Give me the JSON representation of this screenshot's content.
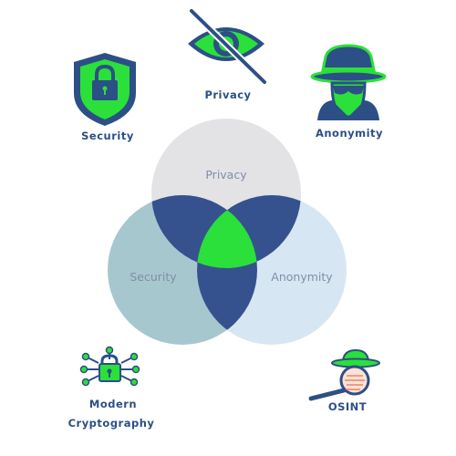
{
  "venn": {
    "circles": [
      {
        "key": "privacy",
        "label": "Privacy",
        "color": "#e3e3e5"
      },
      {
        "key": "security",
        "label": "Security",
        "color": "#a7c7cf"
      },
      {
        "key": "anonymity",
        "label": "Anonymity",
        "color": "#d7e6f3"
      }
    ],
    "pair_overlap_color": "#35528e",
    "center_overlap_color": "#2be03a"
  },
  "icons": {
    "privacy": {
      "label": "Privacy",
      "icon": "eye-slash-icon"
    },
    "security": {
      "label": "Security",
      "icon": "shield-lock-icon"
    },
    "anonymity": {
      "label": "Anonymity",
      "icon": "spy-hat-icon"
    },
    "modern_cryptography": {
      "label_line1": "Modern",
      "label_line2": "Cryptography",
      "icon": "circuit-lock-icon"
    },
    "osint": {
      "label": "OSINT",
      "icon": "detective-magnifier-icon"
    }
  },
  "palette": {
    "navy": "#2c4f86",
    "green": "#2be03a"
  }
}
